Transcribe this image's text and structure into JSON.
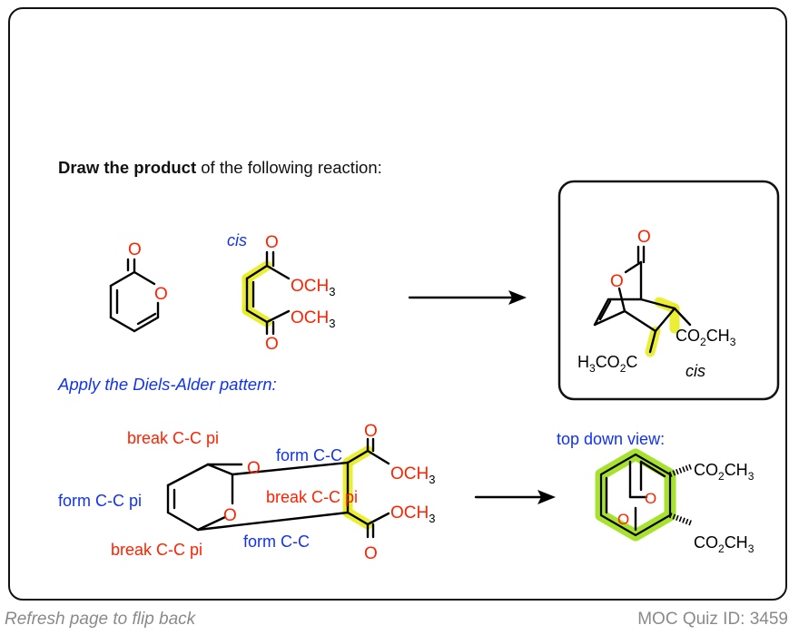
{
  "prompt": {
    "bold": "Draw the product",
    "rest": " of the following reaction:"
  },
  "reactants": {
    "pyrone_o_carbonyl": "O",
    "pyrone_o_ring": "O",
    "cis_label": "cis",
    "ester_o_top": "O",
    "ester_och3_top": "OCH",
    "ester_o_bottom": "O",
    "ester_och3_bottom": "OCH",
    "sub3": "3"
  },
  "product": {
    "o_carbonyl": "O",
    "o_bridge": "O",
    "co2ch3_right_a": "CO",
    "co2ch3_right_b": "2",
    "co2ch3_right_c": "CH",
    "co2ch3_right_d": "3",
    "h3co2c_a": "H",
    "h3co2c_b": "3",
    "h3co2c_c": "CO",
    "h3co2c_d": "2",
    "h3co2c_e": "C",
    "cis_label": "cis"
  },
  "pattern": {
    "heading": "Apply the Diels-Alder pattern:",
    "break_pi_top": "break C-C pi",
    "form_cc_top": "form C-C",
    "form_cc_pi": "form C-C pi",
    "break_pi_mid": "break C-C pi",
    "break_pi_bottom": "break C-C pi",
    "form_cc_bottom": "form C-C",
    "o_carbonyl": "O",
    "o_bridge": "O",
    "o_top": "O",
    "och3_top": "OCH",
    "o_bottom": "O",
    "och3_bottom": "OCH",
    "sub3": "3"
  },
  "top_view": {
    "label": "top down view:",
    "ester_top_a": "CO",
    "ester_top_b": "2",
    "ester_top_c": "CH",
    "ester_top_d": "3",
    "ester_bottom_a": "CO",
    "ester_bottom_b": "2",
    "ester_bottom_c": "CH",
    "ester_bottom_d": "3",
    "o_top": "O",
    "o_bottom": "O"
  },
  "footer": {
    "left": "Refresh page to flip back",
    "right": "MOC Quiz ID: 3459"
  },
  "colors": {
    "red": "#ff2200",
    "blue": "#1133ee",
    "highlight": "#e8ec1e",
    "green_highlight": "#a6e22e"
  }
}
